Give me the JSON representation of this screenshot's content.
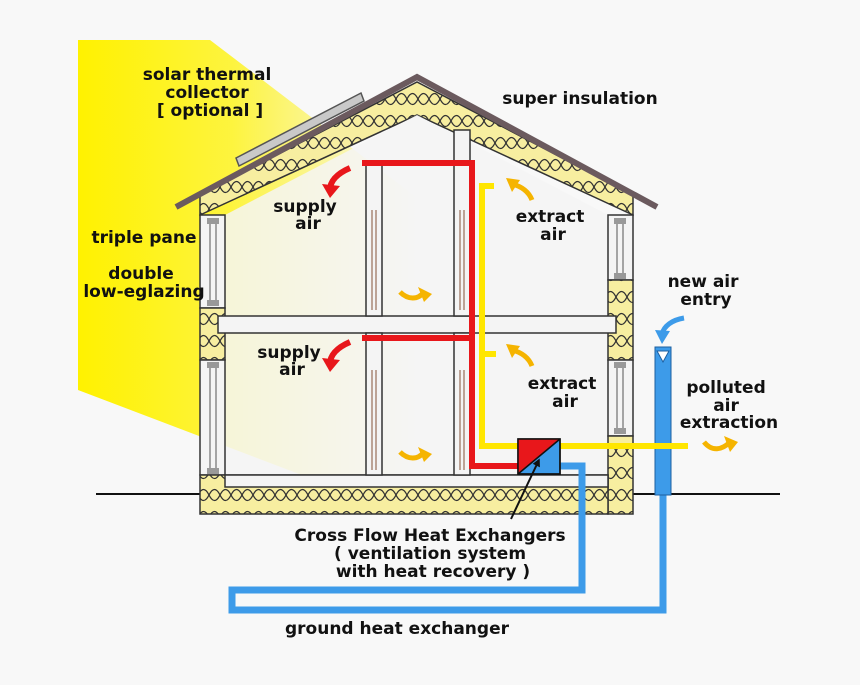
{
  "labels": {
    "solar_collector": [
      "solar thermal",
      "collector",
      "[ optional ]"
    ],
    "super_insulation": "super insulation",
    "supply_air_upper": [
      "supply",
      "air"
    ],
    "supply_air_lower": [
      "supply",
      "air"
    ],
    "extract_air_upper": [
      "extract",
      "air"
    ],
    "extract_air_lower": [
      "extract",
      "air"
    ],
    "triple_pane": "triple pane",
    "double_glazing": [
      "double",
      "low-eglazing"
    ],
    "new_air_entry": [
      "new air",
      "entry"
    ],
    "polluted_air": [
      "polluted",
      "air",
      "extraction"
    ],
    "heat_exchanger": [
      "Cross Flow Heat Exchangers",
      "( ventilation system",
      "with heat recovery )"
    ],
    "ground_heat_exchanger": "ground heat exchanger"
  },
  "colors": {
    "supply_duct": "#e8171b",
    "extract_duct": "#ffe600",
    "fresh_air_duct": "#3d9be9",
    "sunlight": "#fff200",
    "insulation": "#f7eea0",
    "roof": "#6b5a5e",
    "flow_arrow": "#f5b400"
  }
}
